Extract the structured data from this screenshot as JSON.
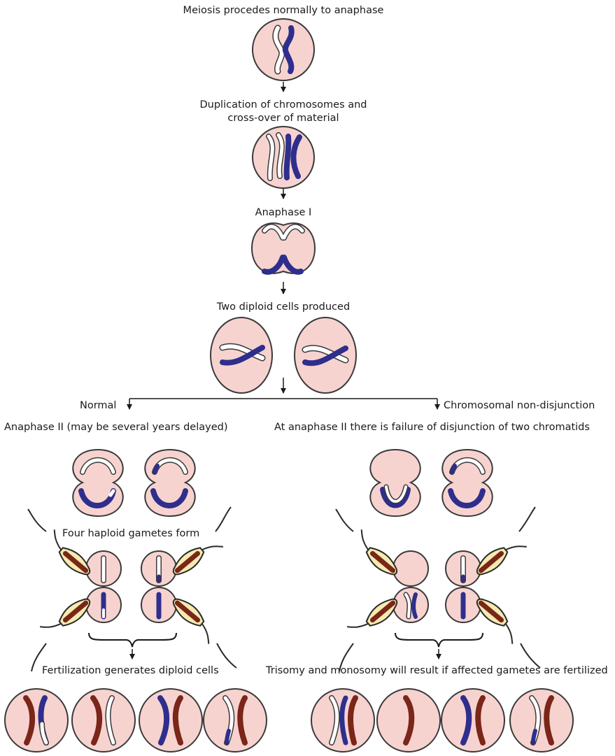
{
  "labels": {
    "step1": "Meiosis procedes normally to anaphase",
    "step2_line1": "Duplication of chromosomes and",
    "step2_line2": "cross-over of material",
    "step3": "Anaphase I",
    "step4": "Two diploid cells produced",
    "branch_left": "Normal",
    "branch_right": "Chromosomal non-disjunction",
    "left_anaphase2": "Anaphase II (may be several years delayed)",
    "right_anaphase2": "At anaphase II there is failure of disjunction of two chromatids",
    "gametes": "Four haploid gametes form",
    "left_result": "Fertilization generates diploid cells",
    "right_result": "Trisomy and monosomy will result if affected gametes are fertilized"
  },
  "colors": {
    "cell_fill": "#f7d3d0",
    "cell_stroke": "#3a3a3a",
    "maternal_chromosome": "#2e2e8c",
    "paternal_chromosome": "#ffffff",
    "sperm_chromosome": "#7a2618",
    "sperm_head": "#f5eab0"
  }
}
